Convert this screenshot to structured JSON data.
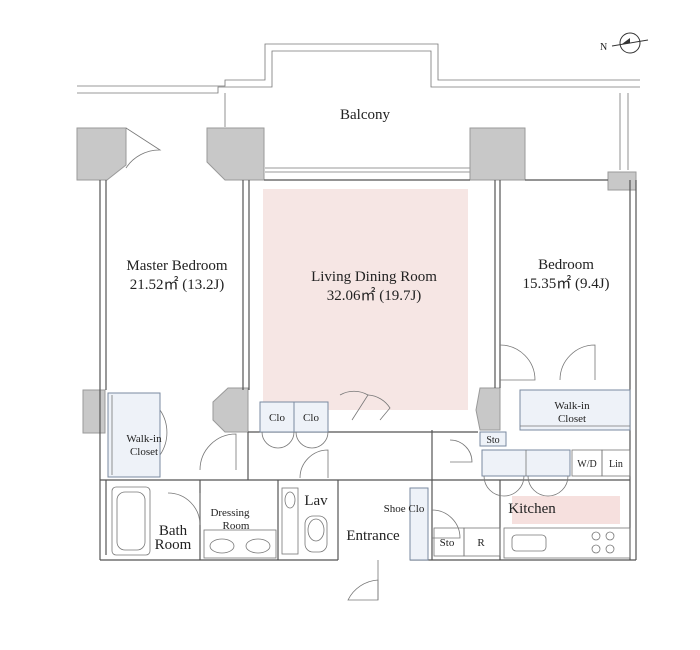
{
  "compass": {
    "label": "N"
  },
  "rooms": {
    "balcony": "Balcony",
    "master_bedroom": {
      "name": "Master Bedroom",
      "area": "21.52㎡ (13.2J)"
    },
    "living_dining": {
      "name": "Living Dining Room",
      "area": "32.06㎡ (19.7J)"
    },
    "bedroom": {
      "name": "Bedroom",
      "area": "15.35㎡ (9.4J)"
    },
    "walkin_left": {
      "line1": "Walk-in",
      "line2": "Closet"
    },
    "walkin_right": {
      "line1": "Walk-in",
      "line2": "Closet"
    },
    "clo_1": "Clo",
    "clo_2": "Clo",
    "sto_1": "Sto",
    "wd": "W/D",
    "lin": "Lin",
    "bath": {
      "line1": "Bath",
      "line2": "Room"
    },
    "dressing": {
      "line1": "Dressing",
      "line2": "Room"
    },
    "lav": "Lav",
    "entrance": "Entrance",
    "shoe_clo": "Shoe Clo",
    "kitchen": "Kitchen",
    "sto_2": "Sto",
    "fridge": "R"
  },
  "colors": {
    "living_highlight": "#f6e6e4",
    "kitchen_highlight": "#f6e0de",
    "closet_fill": "#eef2f8",
    "wall_fill": "#c8c8c8"
  }
}
